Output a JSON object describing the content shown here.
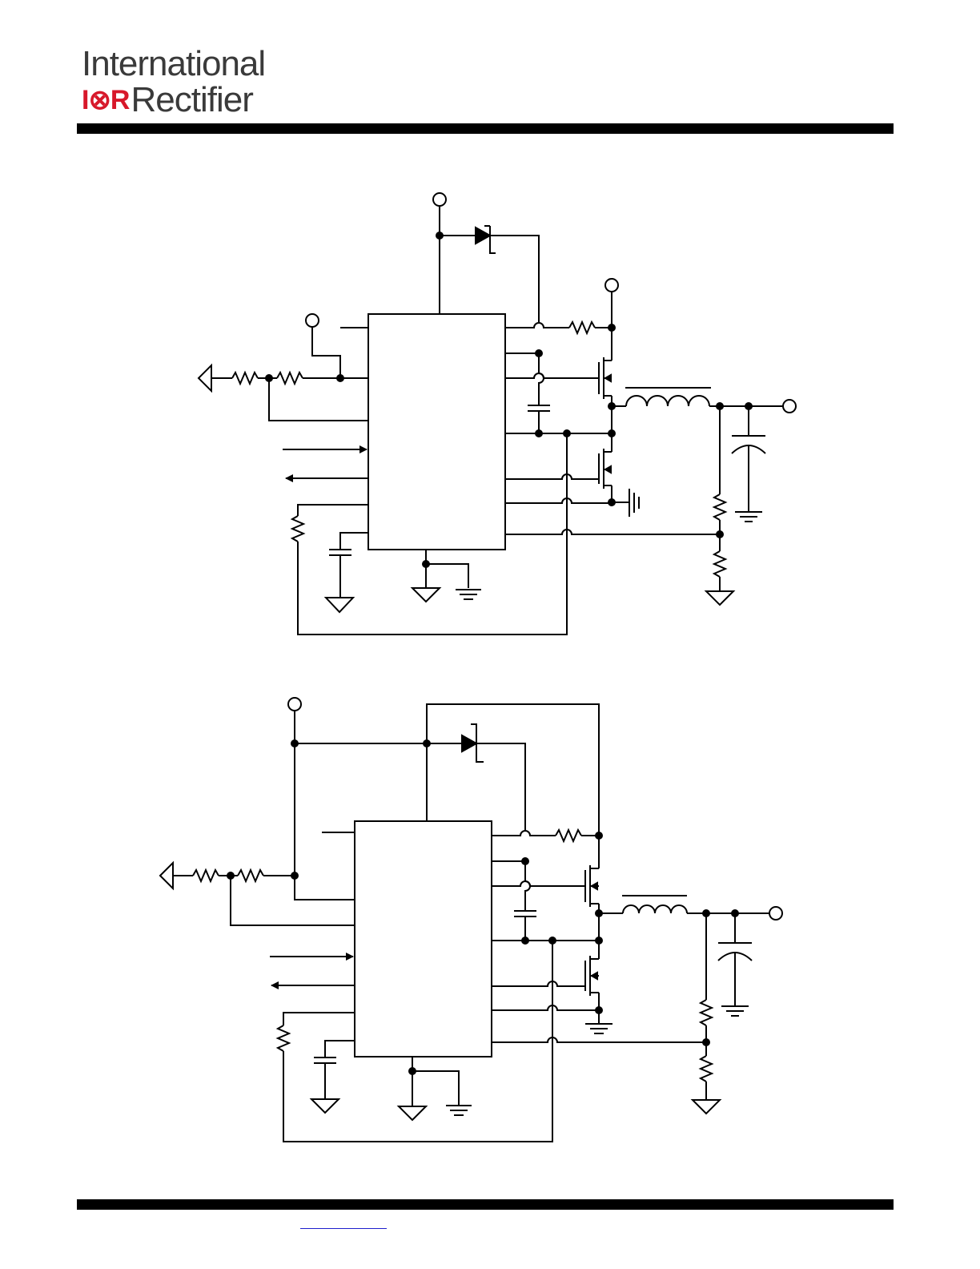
{
  "header": {
    "company_line1": "International",
    "logo_mark": "I⊗R",
    "company_line2": "Rectifier"
  },
  "footer": {
    "link_text": ""
  },
  "colors": {
    "logo_red": "#d7182a",
    "logo_gray": "#3a3a3a",
    "rule": "#000000",
    "link_blue": "#1e1ecc"
  },
  "figures": [
    {
      "id": "schematic-1",
      "type": "synchronous buck converter schematic"
    },
    {
      "id": "schematic-2",
      "type": "synchronous buck converter schematic"
    }
  ]
}
